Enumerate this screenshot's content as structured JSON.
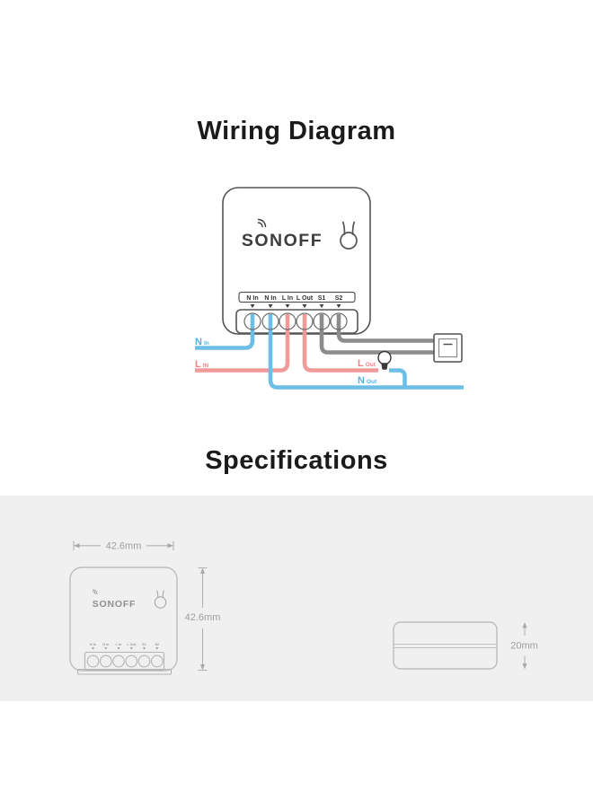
{
  "titles": {
    "wiring": "Wiring Diagram",
    "specs": "Specifications"
  },
  "device": {
    "brand": "SONOFF",
    "terminals": [
      "N In",
      "N In",
      "L In",
      "L Out",
      "S1",
      "S2"
    ]
  },
  "wire_labels": {
    "n_in": {
      "main": "N",
      "sub": "In"
    },
    "l_in": {
      "main": "L",
      "sub": "IN"
    },
    "l_out": {
      "main": "L",
      "sub": "Out"
    },
    "n_out": {
      "main": "N",
      "sub": "Out"
    }
  },
  "dimensions": {
    "front_width": "42.6mm",
    "front_height": "42.6mm",
    "side_depth": "20mm"
  },
  "colors": {
    "wire-blue": "#6CBEE6",
    "wire-red": "#F09A9A",
    "wire-gray": "#8C8C8C",
    "label-blue": "#4FB3E4",
    "label-red": "#EE8585",
    "outline-dark": "#555555",
    "spec-outline": "#BDBDBD",
    "spec-text": "#9E9E9E",
    "band-bg": "#F0F0F0"
  }
}
